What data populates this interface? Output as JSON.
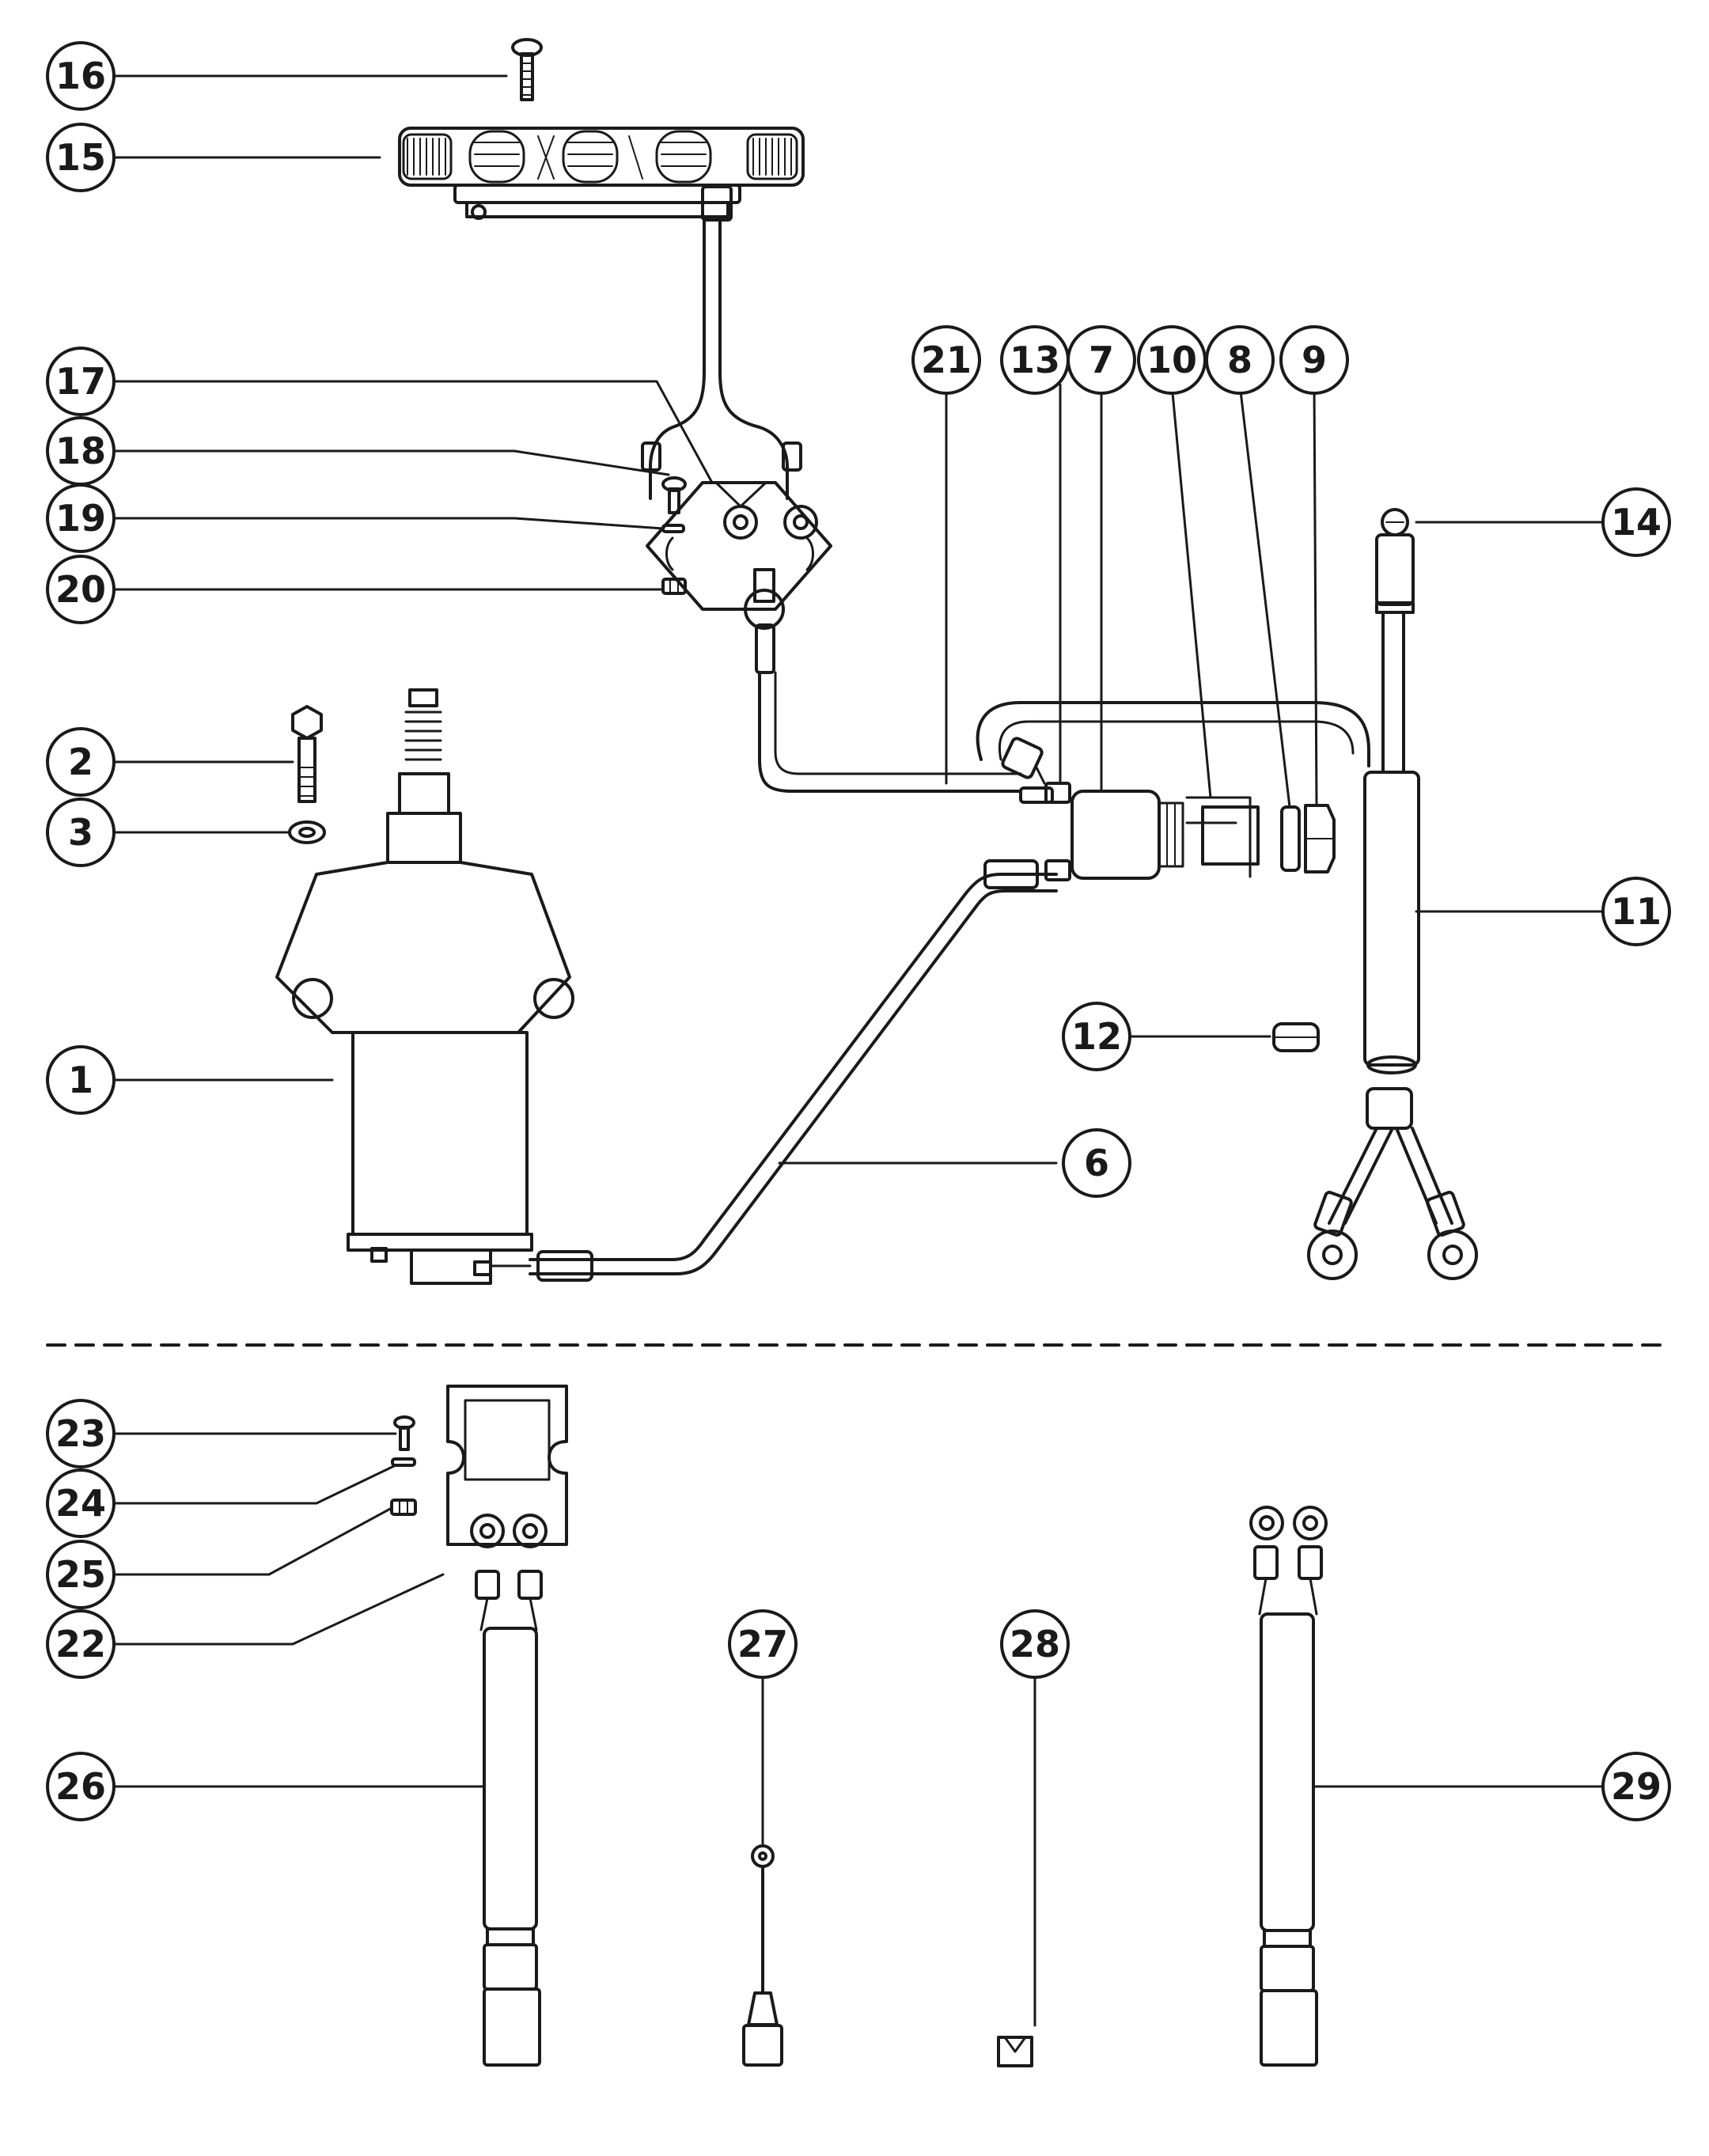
{
  "colors": {
    "ink": "#1a1a1a",
    "paper": "#ffffff",
    "shade": "#9a9a9a"
  },
  "callouts": [
    {
      "num": "1"
    },
    {
      "num": "2"
    },
    {
      "num": "3"
    },
    {
      "num": "6"
    },
    {
      "num": "7"
    },
    {
      "num": "8"
    },
    {
      "num": "9"
    },
    {
      "num": "10"
    },
    {
      "num": "11"
    },
    {
      "num": "12"
    },
    {
      "num": "13"
    },
    {
      "num": "14"
    },
    {
      "num": "15"
    },
    {
      "num": "16"
    },
    {
      "num": "17"
    },
    {
      "num": "18"
    },
    {
      "num": "19"
    },
    {
      "num": "20"
    },
    {
      "num": "21"
    },
    {
      "num": "22"
    },
    {
      "num": "23"
    },
    {
      "num": "24"
    },
    {
      "num": "25"
    },
    {
      "num": "26"
    },
    {
      "num": "27"
    },
    {
      "num": "28"
    },
    {
      "num": "29"
    }
  ]
}
